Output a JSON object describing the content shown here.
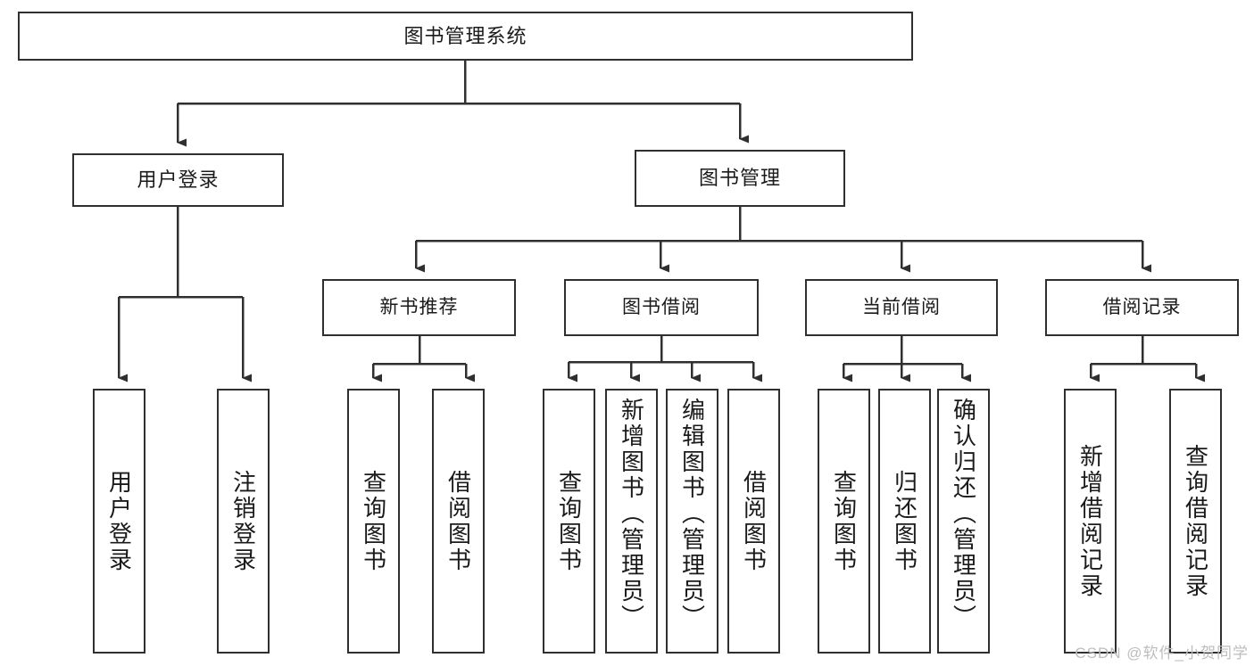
{
  "diagram": {
    "type": "tree-hierarchy",
    "title": "图书管理系统",
    "watermark": "CSDN @软件_小贺同学",
    "colors": {
      "stroke": "#2f2f2f",
      "fill": "#ffffff",
      "text": "#1a1a1a",
      "watermark": "#bdbdbd"
    },
    "nodes": {
      "root": {
        "label": "图书管理系统"
      },
      "level1": [
        {
          "id": "user-login",
          "label": "用户登录"
        },
        {
          "id": "book-manage",
          "label": "图书管理"
        }
      ],
      "level2": [
        {
          "id": "new-book-recommend",
          "label": "新书推荐"
        },
        {
          "id": "book-borrow",
          "label": "图书借阅"
        },
        {
          "id": "current-borrow",
          "label": "当前借阅"
        },
        {
          "id": "borrow-record",
          "label": "借阅记录"
        }
      ],
      "leaves": {
        "user-login": [
          {
            "id": "leaf-user-login",
            "label": "用户登录"
          },
          {
            "id": "leaf-logout",
            "label": "注销登录"
          }
        ],
        "new-book-recommend": [
          {
            "id": "leaf-query-book-1",
            "label": "查询图书"
          },
          {
            "id": "leaf-borrow-book-1",
            "label": "借阅图书"
          }
        ],
        "book-borrow": [
          {
            "id": "leaf-query-book-2",
            "label": "查询图书"
          },
          {
            "id": "leaf-add-book",
            "label": "新增图书（管理员）"
          },
          {
            "id": "leaf-edit-book",
            "label": "编辑图书（管理员）"
          },
          {
            "id": "leaf-borrow-book-2",
            "label": "借阅图书"
          }
        ],
        "current-borrow": [
          {
            "id": "leaf-query-book-3",
            "label": "查询图书"
          },
          {
            "id": "leaf-return-book",
            "label": "归还图书"
          },
          {
            "id": "leaf-confirm-return",
            "label": "确认归还（管理员）"
          }
        ],
        "borrow-record": [
          {
            "id": "leaf-add-record",
            "label": "新增借阅记录"
          },
          {
            "id": "leaf-query-record",
            "label": "查询借阅记录"
          }
        ]
      }
    }
  }
}
